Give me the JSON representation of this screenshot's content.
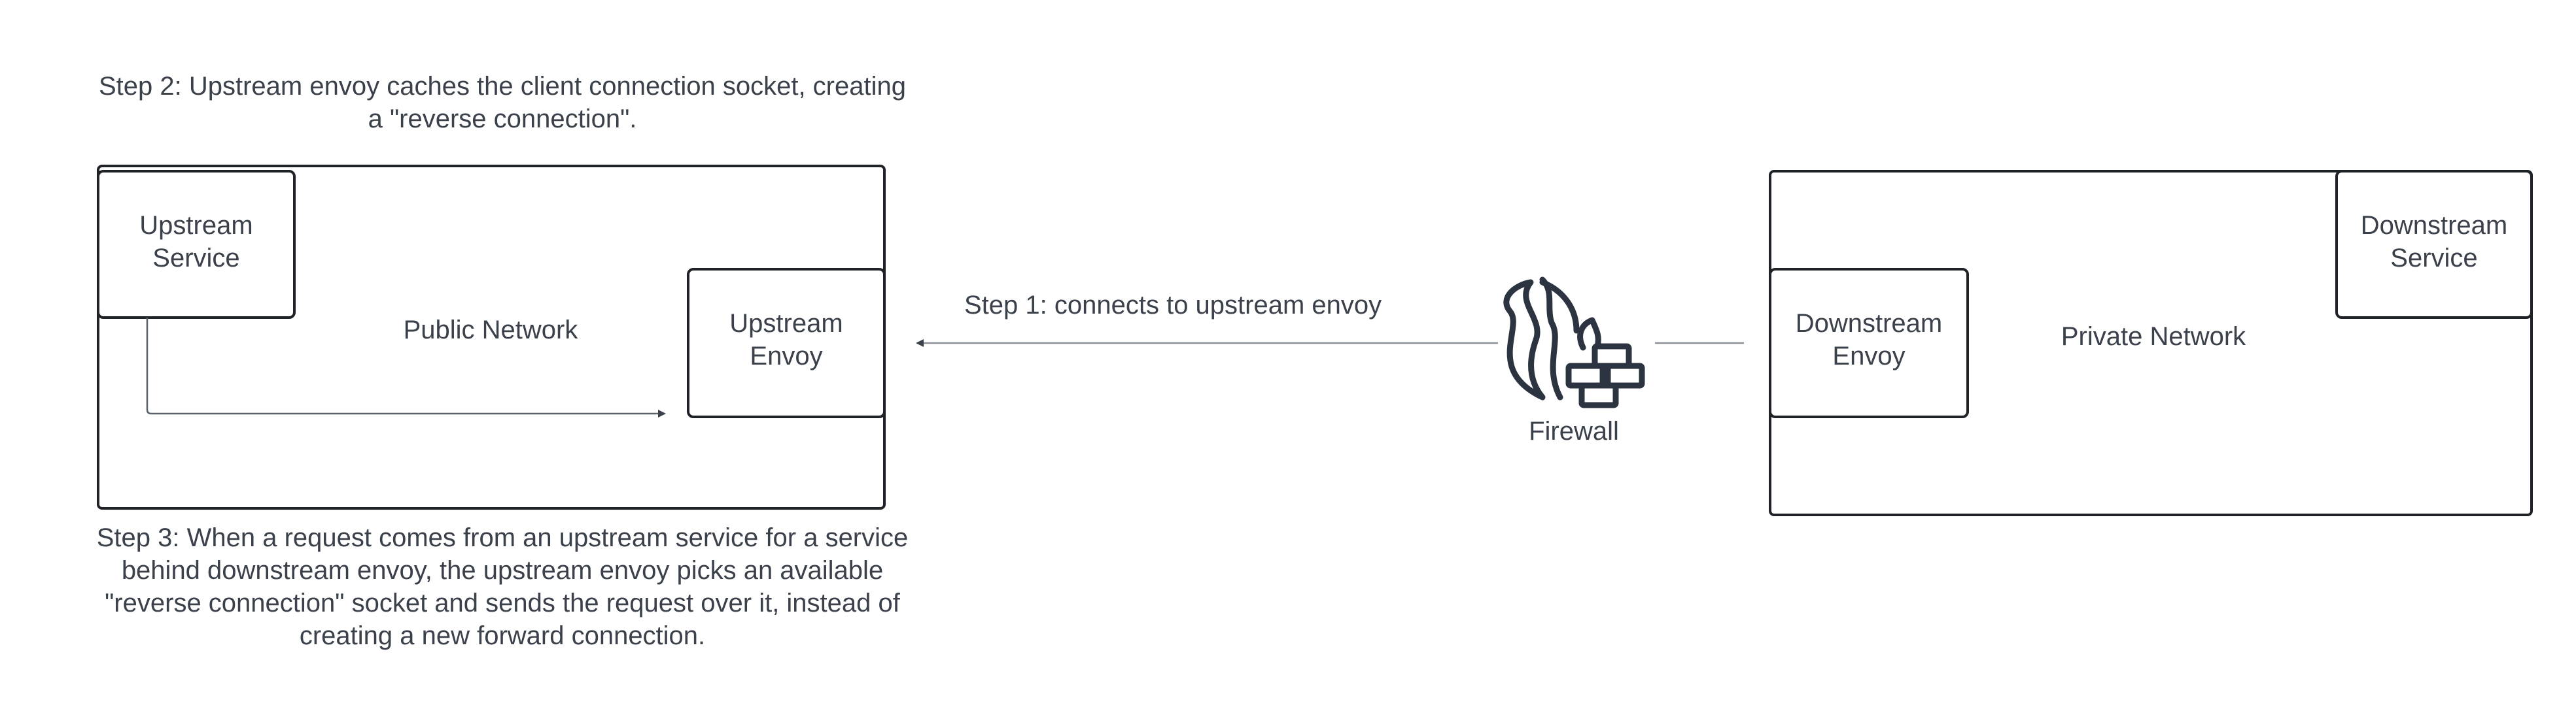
{
  "step2": {
    "line1": "Step 2: Upstream envoy caches the client connection socket, creating",
    "line2": "a \"reverse connection\"."
  },
  "step1": "Step 1: connects to upstream envoy",
  "step3": {
    "line1": "Step 3: When a request comes from an upstream service for a service",
    "line2": "behind downstream envoy, the upstream envoy picks an available",
    "line3": "\"reverse connection\" socket and sends the request over it, instead of",
    "line4": "creating a new forward connection."
  },
  "public_network": {
    "label": "Public Network",
    "upstream_service": {
      "line1": "Upstream",
      "line2": "Service"
    },
    "upstream_envoy": {
      "line1": "Upstream",
      "line2": "Envoy"
    }
  },
  "private_network": {
    "label": "Private Network",
    "downstream_envoy": {
      "line1": "Downstream",
      "line2": "Envoy"
    },
    "downstream_service": {
      "line1": "Downstream",
      "line2": "Service"
    }
  },
  "firewall": {
    "label": "Firewall",
    "icon": "firewall-icon"
  },
  "colors": {
    "stroke": "#1f2328",
    "text": "#3a414a",
    "connector": "#5b6169",
    "icon": "#2b3440"
  }
}
